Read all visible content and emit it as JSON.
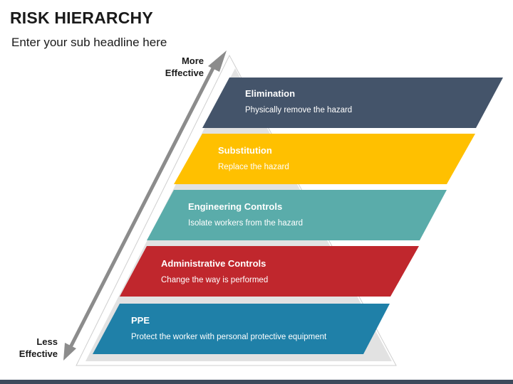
{
  "title": "RISK HIERARCHY",
  "subtitle": "Enter your sub headline here",
  "axis": {
    "top_label": "More\nEffective",
    "bottom_label": "Less\nEffective"
  },
  "levels": [
    {
      "title": "Elimination",
      "description": "Physically remove the hazard",
      "color": "#44546a"
    },
    {
      "title": "Substitution",
      "description": "Replace the hazard",
      "color": "#ffc000"
    },
    {
      "title": "Engineering Controls",
      "description": "Isolate workers from the hazard",
      "color": "#5aacaa"
    },
    {
      "title": "Administrative Controls",
      "description": "Change the way is performed",
      "color": "#c0272d"
    },
    {
      "title": "PPE",
      "description": "Protect the worker with personal protective equipment",
      "color": "#1f80a8"
    }
  ],
  "colors": {
    "triangle_fill": "#e2e2e2",
    "triangle_edge": "#ffffff",
    "arrow": "#8c8c8c",
    "footer": "#3d4a5c"
  },
  "icons": {
    "arrow": "double-headed-arrow-icon"
  }
}
